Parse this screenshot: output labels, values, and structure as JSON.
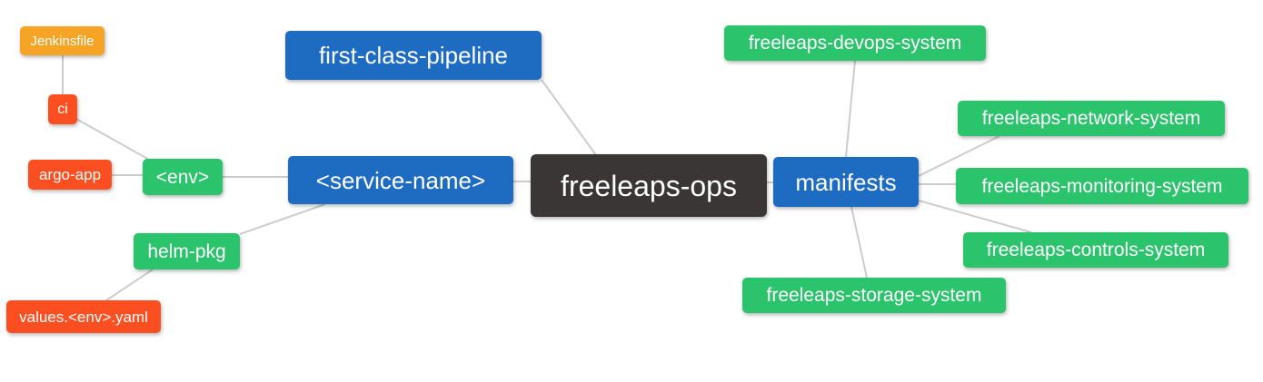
{
  "diagram": {
    "type": "mindmap",
    "root_label": "freeleaps-ops"
  },
  "palette": {
    "root_dark": "#3B3636",
    "branch_blue": "#1E6BC2",
    "leaf_green": "#2BC36B",
    "leaf_red": "#FB4F21",
    "leaf_orange": "#F5A425",
    "edge_gray": "#CCCCCC",
    "text_white": "#FFFFFF",
    "background": "#FFFFFF"
  },
  "nodes": {
    "jenkinsfile": {
      "label": "Jenkinsfile",
      "color": "#F5A425"
    },
    "ci": {
      "label": "ci",
      "color": "#FB4F21"
    },
    "argo_app": {
      "label": "argo-app",
      "color": "#FB4F21"
    },
    "env": {
      "label": "<env>",
      "color": "#2BC36B"
    },
    "helm_pkg": {
      "label": "helm-pkg",
      "color": "#2BC36B"
    },
    "values_env_yaml": {
      "label": "values.<env>.yaml",
      "color": "#FB4F21"
    },
    "first_class_pipeline": {
      "label": "first-class-pipeline",
      "color": "#1E6BC2"
    },
    "service_name": {
      "label": "<service-name>",
      "color": "#1E6BC2"
    },
    "freeleaps_ops": {
      "label": "freeleaps-ops",
      "color": "#3B3636"
    },
    "manifests": {
      "label": "manifests",
      "color": "#1E6BC2"
    },
    "devops_system": {
      "label": "freeleaps-devops-system",
      "color": "#2BC36B"
    },
    "network_system": {
      "label": "freeleaps-network-system",
      "color": "#2BC36B"
    },
    "monitoring_system": {
      "label": "freeleaps-monitoring-system",
      "color": "#2BC36B"
    },
    "controls_system": {
      "label": "freeleaps-controls-system",
      "color": "#2BC36B"
    },
    "storage_system": {
      "label": "freeleaps-storage-system",
      "color": "#2BC36B"
    }
  },
  "edges": [
    [
      "jenkinsfile",
      "ci"
    ],
    [
      "ci",
      "env"
    ],
    [
      "argo_app",
      "env"
    ],
    [
      "env",
      "service_name"
    ],
    [
      "helm_pkg",
      "service_name"
    ],
    [
      "values_env_yaml",
      "helm_pkg"
    ],
    [
      "first_class_pipeline",
      "freeleaps_ops"
    ],
    [
      "service_name",
      "freeleaps_ops"
    ],
    [
      "freeleaps_ops",
      "manifests"
    ],
    [
      "manifests",
      "devops_system"
    ],
    [
      "manifests",
      "network_system"
    ],
    [
      "manifests",
      "monitoring_system"
    ],
    [
      "manifests",
      "controls_system"
    ],
    [
      "manifests",
      "storage_system"
    ]
  ]
}
